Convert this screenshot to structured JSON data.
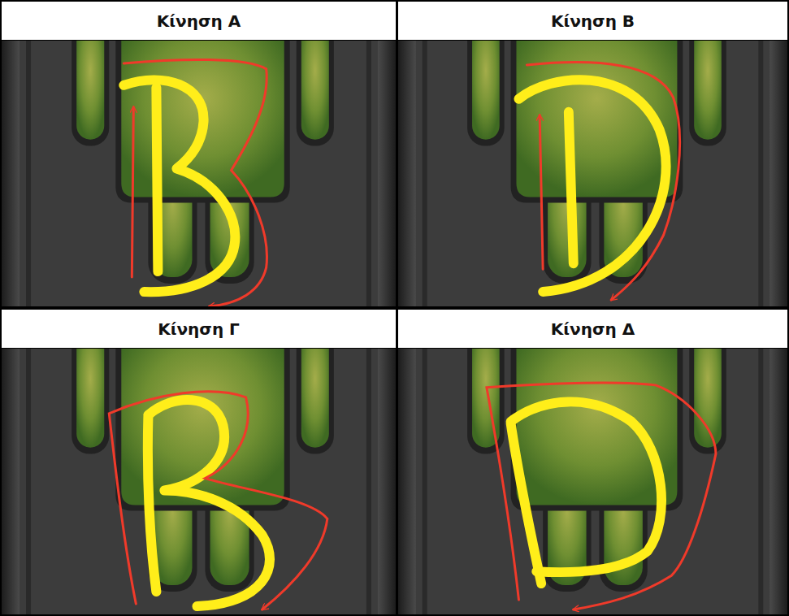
{
  "diagram": {
    "nodes": [
      {
        "text": [
          "Κίνηση Α"
        ]
      },
      {
        "text": [
          "Κίνηση Β"
        ]
      },
      {
        "text": [
          "Κίνηση Γ"
        ]
      },
      {
        "text": [
          "Κίνηση Δ"
        ]
      }
    ]
  }
}
